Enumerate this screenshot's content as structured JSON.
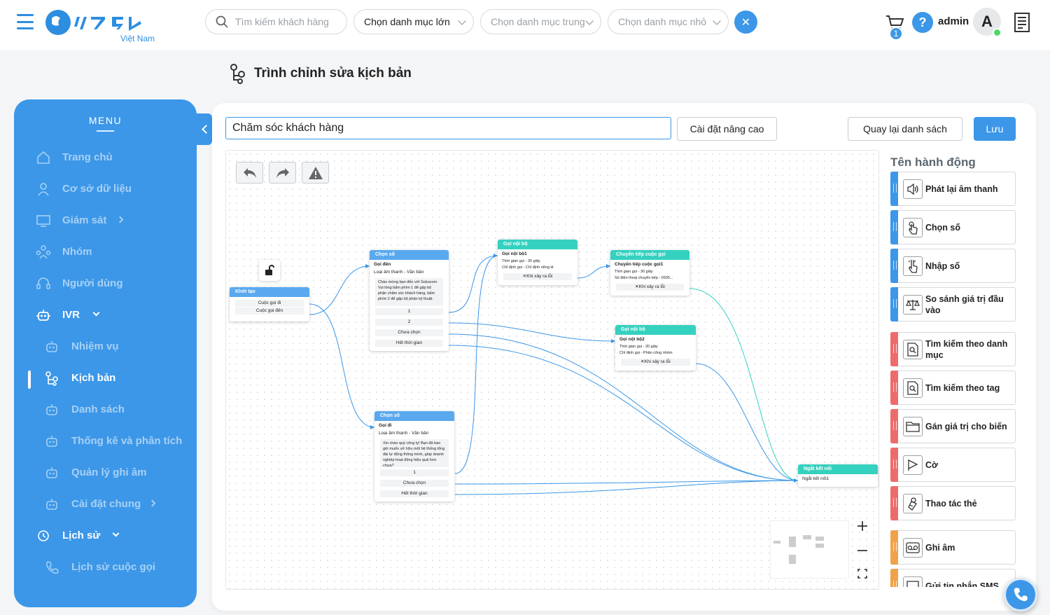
{
  "brand": {
    "subtitle": "Việt Nam"
  },
  "header": {
    "search_placeholder": "Tìm kiếm khách hàng",
    "category_large": "Chọn danh mục lớn",
    "category_medium": "Chọn danh mục trung",
    "category_small": "Chọn danh mục nhỏ",
    "clear_symbol": "✕",
    "cart_count": "1",
    "help_symbol": "?",
    "username": "admin",
    "avatar_letter": "A"
  },
  "page": {
    "title": "Trình chỉnh sửa kịch bản"
  },
  "sidebar": {
    "menu_title": "MENU",
    "items": [
      {
        "label": "Trang chủ",
        "icon": "home-icon"
      },
      {
        "label": "Cơ sở dữ liệu",
        "icon": "user-icon"
      },
      {
        "label": "Giám sát",
        "icon": "monitor-icon"
      },
      {
        "label": "Nhóm",
        "icon": "group-icon"
      },
      {
        "label": "Người dùng",
        "icon": "headset-icon"
      },
      {
        "label": "IVR",
        "icon": "robot-icon"
      },
      {
        "label": "Nhiệm vụ",
        "icon": "robot-icon"
      },
      {
        "label": "Kịch bản",
        "icon": "flow-icon"
      },
      {
        "label": "Danh sách",
        "icon": "robot-icon"
      },
      {
        "label": "Thống kê và phân tích",
        "icon": "robot-icon"
      },
      {
        "label": "Quản lý ghi âm",
        "icon": "robot-icon"
      },
      {
        "label": "Cài đặt chung",
        "icon": "robot-icon"
      },
      {
        "label": "Lịch sử",
        "icon": "clock-icon"
      },
      {
        "label": "Lịch sử cuộc gọi",
        "icon": "phone-icon"
      }
    ]
  },
  "editor": {
    "scenario_name": "Chăm sóc khách hàng",
    "advanced_settings": "Cài đặt nâng cao",
    "back_to_list": "Quay lại danh sách",
    "save": "Lưu"
  },
  "flow": {
    "start": {
      "title": "Khởi tạo",
      "ports": [
        "Cuộc gọi đi",
        "Cuộc gọi đến"
      ]
    },
    "choose1": {
      "title": "Chọn số",
      "line1": "Gọi đến",
      "line2": "Loại âm thanh - Văn bản",
      "text": "Chào mừng bạn đến với Sokucom. Vui lòng bấm phím 1 để gặp bộ phận chăm sóc khách hàng, bấm phím 2 để gặp bộ phận kỹ thuật.",
      "ports": [
        "1",
        "2",
        "Chưa chọn",
        "Hết thời gian"
      ]
    },
    "choose2": {
      "title": "Chọn số",
      "line1": "Gọi đi",
      "line2": "Loại âm thanh - Văn bản",
      "text": "Xin chào quý công ty! Bạn đã bao giờ muốn sở hữu một hệ thống tổng đài tự động thông minh, giúp doanh nghiệp hoạt động hiệu quả hơn chưa?",
      "ports": [
        "1",
        "Chưa chọn",
        "Hết thời gian"
      ]
    },
    "internal1": {
      "title": "Gọi nội bộ",
      "line1": "Gọi nội bộ1",
      "line2": "Thời gian gọi - 30 giây",
      "line3": "Chỉ định gọi - Chỉ định riêng lẻ",
      "error": "✕Khi xảy ra lỗi"
    },
    "internal2": {
      "title": "Gọi nội bộ",
      "line1": "Gọi nội bộ2",
      "line2": "Thời gian gọi - 30 giây",
      "line3": "Chỉ định gọi - Phân công nhóm",
      "error": "✕Khi xảy ra lỗi"
    },
    "transfer": {
      "title": "Chuyển tiếp cuộc gọi",
      "line1": "Chuyển tiếp cuộc gọi1",
      "line2": "Thời gian gọi - 30 giây",
      "line3": "Số điện thoại chuyển tiếp - 0935...",
      "error": "✕Khi xảy ra lỗi"
    },
    "disconnect": {
      "title": "Ngắt kết nối",
      "line1": "Ngắt kết nối1"
    }
  },
  "actions": {
    "title": "Tên hành động",
    "items": [
      {
        "label": "Phát lại âm thanh",
        "color": "#3c97e8",
        "icon": "speaker-icon"
      },
      {
        "label": "Chọn số",
        "color": "#3c97e8",
        "icon": "tap-icon"
      },
      {
        "label": "Nhập số",
        "color": "#3c97e8",
        "icon": "tap-icon"
      },
      {
        "label": "So sánh giá trị đầu vào",
        "color": "#3c97e8",
        "icon": "scale-icon"
      },
      {
        "label": "Tìm kiếm theo danh mục",
        "color": "#ef6b6b",
        "icon": "doc-search-icon"
      },
      {
        "label": "Tìm kiếm theo tag",
        "color": "#ef6b6b",
        "icon": "doc-search-icon"
      },
      {
        "label": "Gán giá trị cho biến",
        "color": "#ef6b6b",
        "icon": "folder-icon"
      },
      {
        "label": "Cờ",
        "color": "#ef6b6b",
        "icon": "flag-icon"
      },
      {
        "label": "Thao tác thẻ",
        "color": "#ef6b6b",
        "icon": "tag-icon"
      },
      {
        "label": "Ghi âm",
        "color": "#f0a24a",
        "icon": "record-icon"
      },
      {
        "label": "Gửi tin nhắn SMS",
        "color": "#f0a24a",
        "icon": "sms-icon"
      }
    ]
  }
}
